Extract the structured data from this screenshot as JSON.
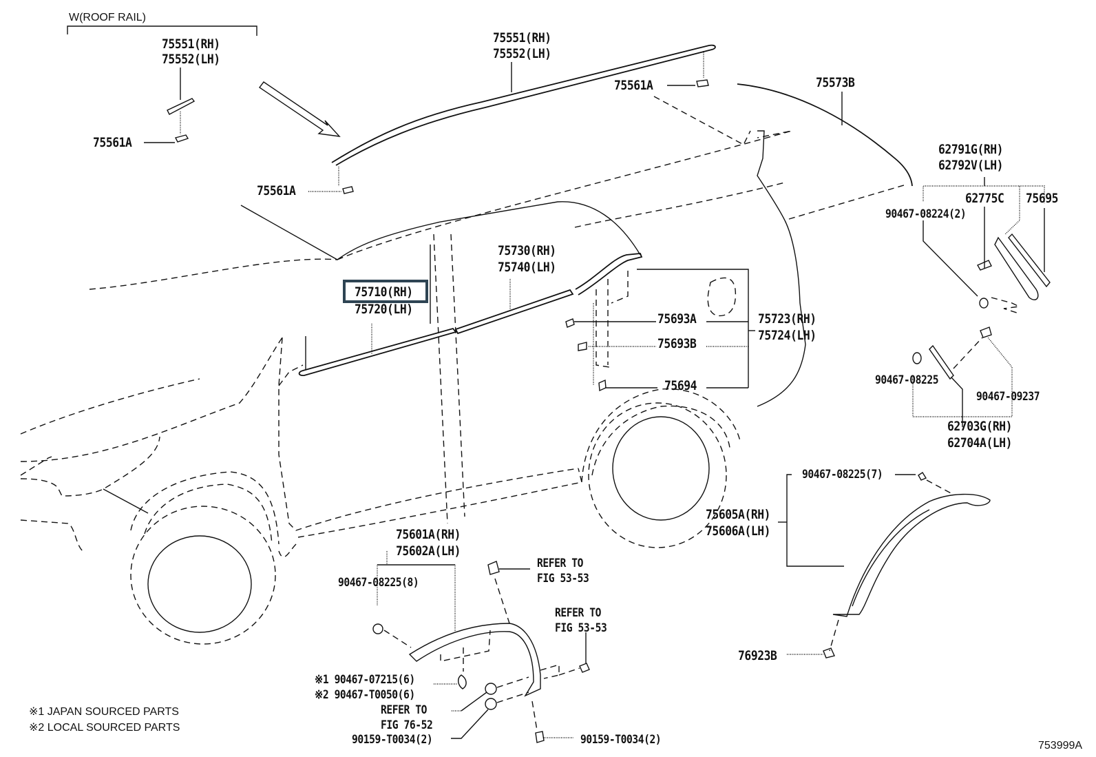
{
  "diagram": {
    "figure_id": "753999A",
    "roof_rail_group": "W(ROOF RAIL)",
    "notes": [
      "※1 JAPAN SOURCED PARTS",
      "※2 LOCAL SOURCED PARTS"
    ],
    "highlighted_part": "75710(RH)",
    "highlight_color": "#2e4453",
    "callouts": {
      "roof_rail_small_rh": "75551(RH)",
      "roof_rail_small_lh": "75552(LH)",
      "clip_left": "75561A",
      "clip_mid": "75561A",
      "roof_rail_rh": "75551(RH)",
      "roof_rail_lh": "75552(LH)",
      "clip_top": "75561A",
      "rear_spoiler_strip": "75573B",
      "rear_spoiler_rh": "62791G(RH)",
      "rear_spoiler_lh": "62792V(LH)",
      "spoiler_part_a": "62775C",
      "spoiler_part_b": "75695",
      "spoiler_clip": "90467-08224(2)",
      "front_belt_rh": "75710(RH)",
      "front_belt_lh": "75720(LH)",
      "rear_belt_rh": "75730(RH)",
      "rear_belt_lh": "75740(LH)",
      "quarter_clip_a": "75693A",
      "quarter_clip_b": "75693B",
      "quarter_clip_c": "75694",
      "quarter_moulding_rh": "75723(RH)",
      "quarter_moulding_lh": "75724(LH)",
      "cover_clip_a": "90467-08225",
      "cover_clip_b": "90467-09237",
      "cover_rh": "62703G(RH)",
      "cover_lh": "62704A(LH)",
      "rear_arch_clip": "90467-08225(7)",
      "rear_arch_rh": "75605A(RH)",
      "rear_arch_lh": "75606A(LH)",
      "rear_arch_bottom": "76923B",
      "front_arch_rh": "75601A(RH)",
      "front_arch_lh": "75602A(LH)",
      "front_arch_clip": "90467-08225(8)",
      "refer_1a": "REFER TO",
      "refer_1b": "FIG 53-53",
      "refer_2a": "REFER TO",
      "refer_2b": "FIG 53-53",
      "clip_japan": "※1 90467-07215(6)",
      "clip_local": "※2 90467-T0050(6)",
      "refer_3a": "REFER TO",
      "refer_3b": "FIG 76-52",
      "screw_left": "90159-T0034(2)",
      "screw_right": "90159-T0034(2)"
    }
  }
}
